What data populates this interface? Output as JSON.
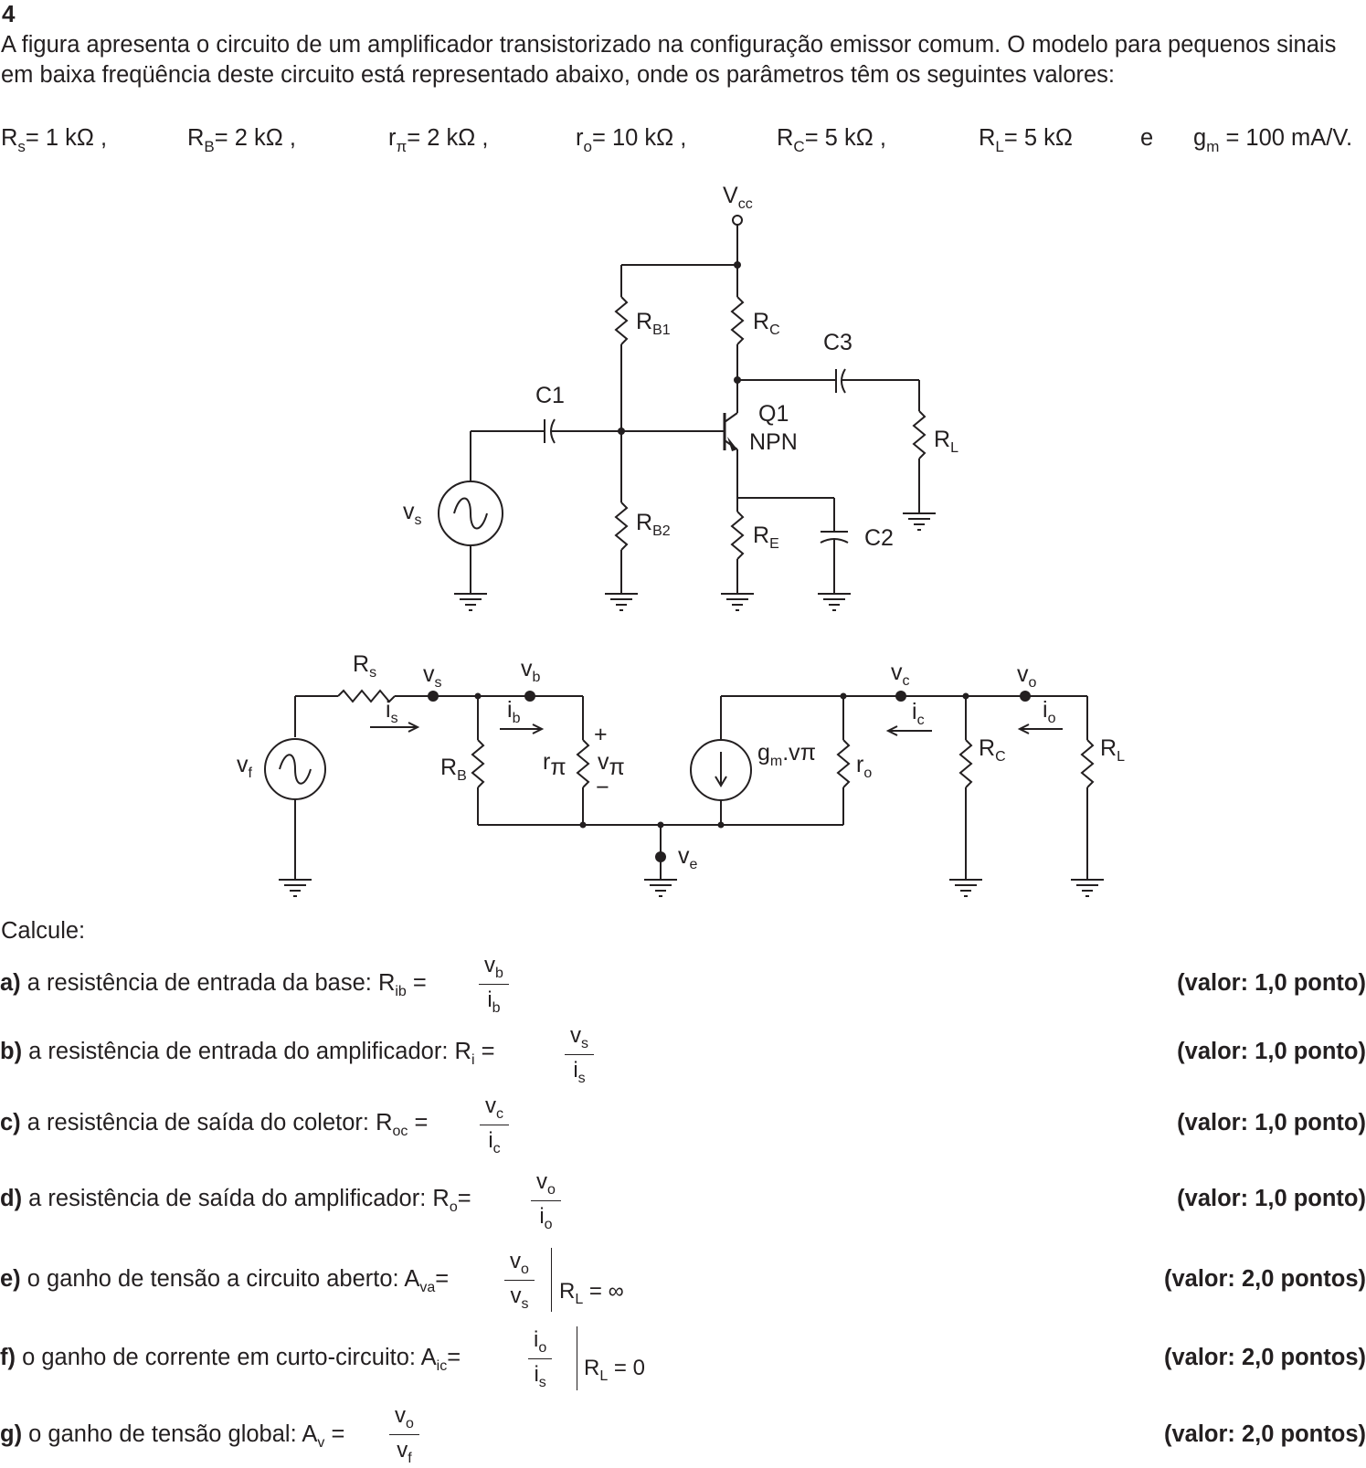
{
  "question_number": "4",
  "intro": "A figura apresenta o circuito de um amplificador transistorizado na configuração emissor comum. O modelo para pequenos sinais em baixa freqüência deste circuito está representado abaixo, onde os parâmetros têm os seguintes valores:",
  "params": {
    "rs": {
      "sym": "R",
      "sub": "s",
      "val": "= 1 kΩ ,"
    },
    "rb": {
      "sym": "R",
      "sub": "B",
      "val": "= 2  kΩ ,"
    },
    "rpi": {
      "sym": "r",
      "sub": "π",
      "val": "= 2  kΩ ,"
    },
    "ro": {
      "sym": "r",
      "sub": "o",
      "val": "= 10  kΩ ,"
    },
    "rc": {
      "sym": "R",
      "sub": "C",
      "val": "= 5  kΩ ,"
    },
    "rl": {
      "sym": "R",
      "sub": "L",
      "val": "= 5  kΩ"
    },
    "conj": "e",
    "gm": {
      "sym": "g",
      "sub": "m",
      "val": " = 100 mA/V."
    }
  },
  "circuit1": {
    "vcc": "V",
    "vcc_sub": "cc",
    "rb1": "R",
    "rb1_sub": "B1",
    "rc": "R",
    "rc_sub": "C",
    "c3": "C3",
    "c1": "C1",
    "q1": "Q1",
    "npn": "NPN",
    "rl": "R",
    "rl_sub": "L",
    "vs": "v",
    "vs_sub": "s",
    "rb2": "R",
    "rb2_sub": "B2",
    "re": "R",
    "re_sub": "E",
    "c2": "C2"
  },
  "circuit2": {
    "rs": "R",
    "rs_sub": "s",
    "vs": "v",
    "vs_sub": "s",
    "vb": "v",
    "vb_sub": "b",
    "vc": "v",
    "vc_sub": "c",
    "vo": "v",
    "vo_sub": "o",
    "is": "i",
    "is_sub": "s",
    "ib": "i",
    "ib_sub": "b",
    "ic": "i",
    "ic_sub": "c",
    "io": "i",
    "io_sub": "o",
    "vf": "v",
    "vf_sub": "f",
    "rb": "R",
    "rb_sub": "B",
    "rpi": "r",
    "rpi_sub": "π",
    "plus": "+",
    "vpi": "v",
    "vpi_sub": "π",
    "minus": "−",
    "gm": "g",
    "gm_sub": "m",
    "gm_rest": ".v",
    "ro": "r",
    "ro_sub": "o",
    "rc": "R",
    "rc_sub": "C",
    "rl": "R",
    "rl_sub": "L",
    "ve": "v",
    "ve_sub": "e"
  },
  "calcule": "Calcule:",
  "questions": [
    {
      "letter": "a)",
      "text": " a resistência de entrada da base: ",
      "sym": "R",
      "sub": "ib",
      "eq": " =",
      "num": "v",
      "num_sub": "b",
      "den": "i",
      "den_sub": "b",
      "points": "(valor: 1,0 ponto)"
    },
    {
      "letter": "b)",
      "text": " a resistência de entrada do amplificador: ",
      "sym": "R",
      "sub": "i",
      "eq": " =",
      "num": "v",
      "num_sub": "s",
      "den": "i",
      "den_sub": "s",
      "points": "(valor: 1,0 ponto)"
    },
    {
      "letter": "c)",
      "text": " a resistência de saída do coletor: ",
      "sym": "R",
      "sub": "oc",
      "eq": " =",
      "num": "v",
      "num_sub": "c",
      "den": "i",
      "den_sub": "c",
      "points": "(valor: 1,0 ponto)"
    },
    {
      "letter": "d)",
      "text": " a resistência de saída do amplificador: ",
      "sym": "R",
      "sub": "o",
      "eq": "=",
      "num": "v",
      "num_sub": "o",
      "den": "i",
      "den_sub": "o",
      "points": "(valor: 1,0 ponto)"
    },
    {
      "letter": "e)",
      "text": " o ganho de tensão a circuito aberto: ",
      "sym": "A",
      "sub": "va",
      "eq": "=",
      "num": "v",
      "num_sub": "o",
      "den": "v",
      "den_sub": "s",
      "cond_sym": "R",
      "cond_sub": "L",
      "cond_val": " = ∞",
      "points": "(valor: 2,0 pontos)"
    },
    {
      "letter": "f)",
      "text": " o ganho de corrente em curto-circuito: ",
      "sym": "A",
      "sub": "ic",
      "eq": "=",
      "num": "i",
      "num_sub": "o",
      "den": "i",
      "den_sub": "s",
      "cond_sym": "R",
      "cond_sub": "L",
      "cond_val": " =  0",
      "points": "(valor: 2,0 pontos)"
    },
    {
      "letter": "g)",
      "text": " o ganho de tensão global: ",
      "sym": "A",
      "sub": "v",
      "eq": " =",
      "num": "v",
      "num_sub": "o",
      "den": "v",
      "den_sub": "f",
      "points": "(valor: 2,0 pontos)"
    }
  ]
}
